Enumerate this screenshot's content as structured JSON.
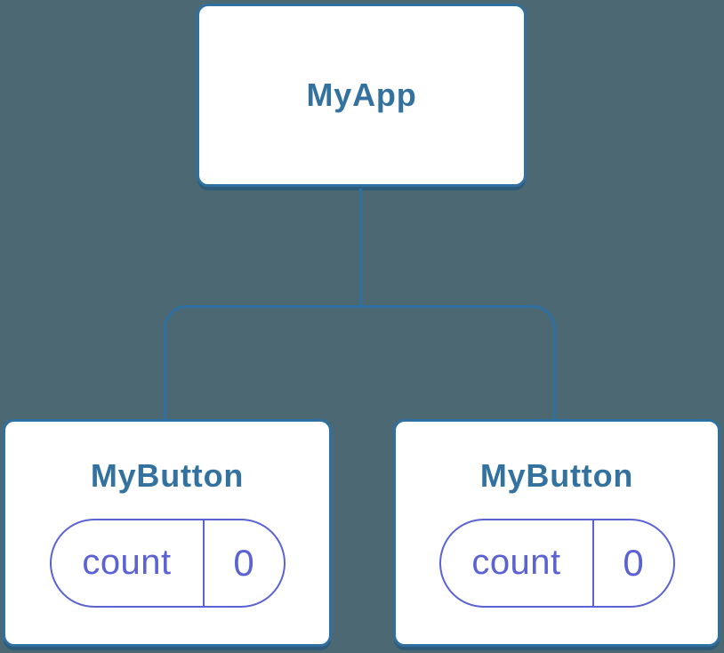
{
  "colors": {
    "background": "#4c6973",
    "node_stroke": "#2f70a2",
    "node_fill": "#ffffff",
    "title_color": "#33719f",
    "state_accent": "#5a62d4"
  },
  "tree": {
    "root": {
      "label": "MyApp"
    },
    "children": [
      {
        "label": "MyButton",
        "state": {
          "key": "count",
          "value": "0"
        }
      },
      {
        "label": "MyButton",
        "state": {
          "key": "count",
          "value": "0"
        }
      }
    ]
  }
}
